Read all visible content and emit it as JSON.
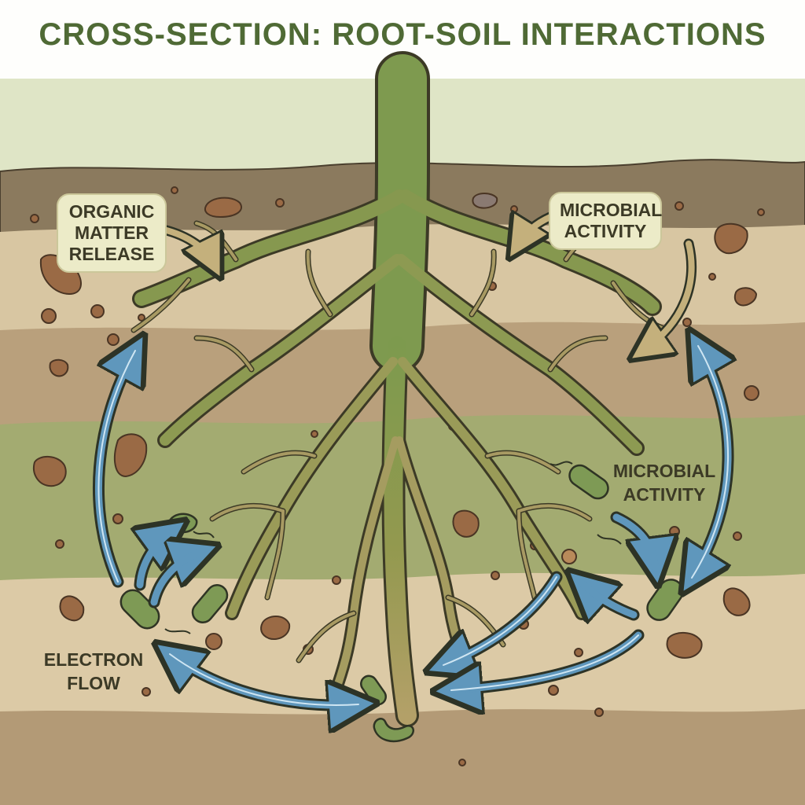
{
  "title": "CROSS-SECTION: ROOT-SOIL INTERACTIONS",
  "labels": {
    "organic_matter": [
      "ORGANIC",
      "MATTER",
      "RELEASE"
    ],
    "microbial_top": [
      "MICROBIAL",
      "ACTIVITY"
    ],
    "microbial_mid": [
      "MICROBIAL",
      "ACTIVITY"
    ],
    "electron_flow": [
      "ELECTRON",
      "FLOW"
    ]
  },
  "colors": {
    "title": "#4f6a35",
    "sky": "#dfe5c6",
    "topsoil": "#8b7a5e",
    "sand_layer": "#d8c6a2",
    "brown_layer": "#b9a07c",
    "green_layer": "#a3ab71",
    "bottom_layer": "#b39a76",
    "root_stem": "#7e9a4f",
    "root_tip": "#a89a63",
    "electron_arrow": "#5f97bc",
    "matter_arrow": "#c4b07c",
    "microbe": "#7e9a55"
  }
}
